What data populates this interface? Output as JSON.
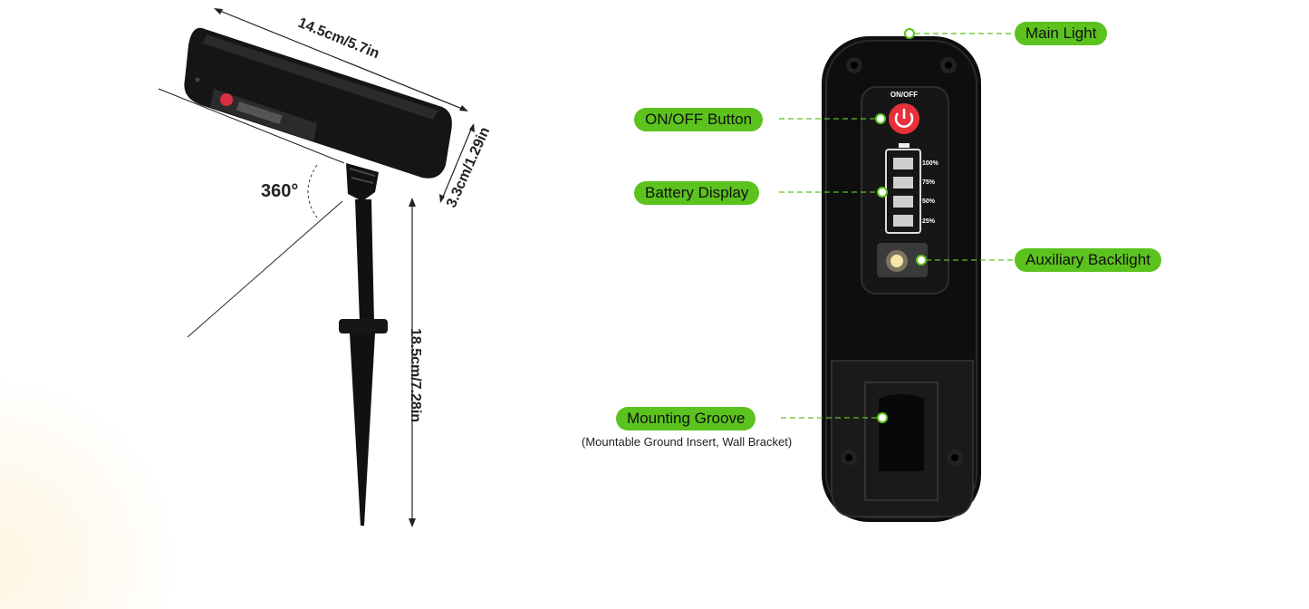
{
  "dimensions": {
    "length": "14.5cm/5.7in",
    "height": "3.3cm/1.29in",
    "stake": "18.5cm/7.28in",
    "rotation": "360°"
  },
  "panel": {
    "on_off": "ON/OFF",
    "battery_levels": [
      "100%",
      "75%",
      "50%",
      "25%"
    ]
  },
  "callouts": {
    "main_light": "Main Light",
    "on_off_button": "ON/OFF Button",
    "battery_display": "Battery Display",
    "auxiliary_backlight": "Auxiliary Backlight",
    "mounting_groove": "Mounting Groove",
    "mounting_groove_note": "(Mountable Ground Insert, Wall Bracket)"
  },
  "colors": {
    "label_green": "#5cc21e",
    "device_black": "#111111",
    "power_red": "#e8303a"
  }
}
